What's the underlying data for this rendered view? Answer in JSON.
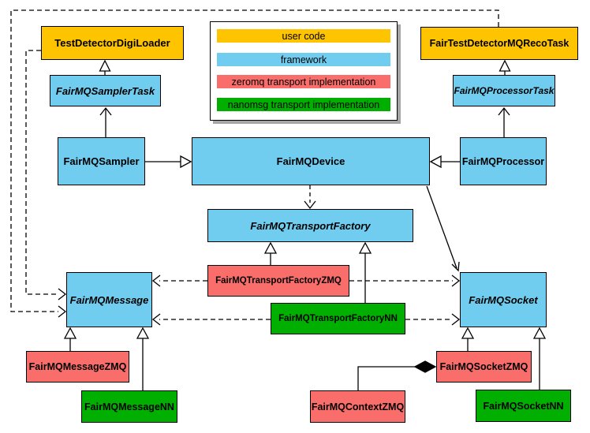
{
  "colors": {
    "user_code": "#FFC400",
    "framework": "#71CDF0",
    "zeromq": "#F96E6A",
    "nanomsg": "#00AF00",
    "line": "#000000",
    "legend_bg": "#FFFFFF",
    "shadow": "#A6A6A6"
  },
  "legend": {
    "items": [
      {
        "label": "user code",
        "layer": "user_code"
      },
      {
        "label": "framework",
        "layer": "framework"
      },
      {
        "label": "zeromq transport implementation",
        "layer": "zeromq"
      },
      {
        "label": "nanomsg transport implementation",
        "layer": "nanomsg"
      }
    ]
  },
  "nodes": [
    {
      "label": "TestDetectorDigiLoader",
      "layer": "user_code",
      "abstract": false
    },
    {
      "label": "FairTestDetectorMQRecoTask",
      "layer": "user_code",
      "abstract": false
    },
    {
      "label": "FairMQSamplerTask",
      "layer": "framework",
      "abstract": true
    },
    {
      "label": "FairMQProcessorTask",
      "layer": "framework",
      "abstract": true
    },
    {
      "label": "FairMQSampler",
      "layer": "framework",
      "abstract": false
    },
    {
      "label": "FairMQDevice",
      "layer": "framework",
      "abstract": false
    },
    {
      "label": "FairMQProcessor",
      "layer": "framework",
      "abstract": false
    },
    {
      "label": "FairMQTransportFactory",
      "layer": "framework",
      "abstract": true
    },
    {
      "label": "FairMQMessage",
      "layer": "framework",
      "abstract": true
    },
    {
      "label": "FairMQSocket",
      "layer": "framework",
      "abstract": true
    },
    {
      "label": "FairMQTransportFactoryZMQ",
      "layer": "zeromq",
      "abstract": false
    },
    {
      "label": "FairMQTransportFactoryNN",
      "layer": "nanomsg",
      "abstract": false
    },
    {
      "label": "FairMQMessageZMQ",
      "layer": "zeromq",
      "abstract": false
    },
    {
      "label": "FairMQMessageNN",
      "layer": "nanomsg",
      "abstract": false
    },
    {
      "label": "FairMQContextZMQ",
      "layer": "zeromq",
      "abstract": false
    },
    {
      "label": "FairMQSocketZMQ",
      "layer": "zeromq",
      "abstract": false
    },
    {
      "label": "FairMQSocketNN",
      "layer": "nanomsg",
      "abstract": false
    }
  ],
  "relationships": [
    {
      "from": "FairMQSamplerTask",
      "to": "TestDetectorDigiLoader",
      "type": "hollow-triangle"
    },
    {
      "from": "FairMQSampler",
      "to": "FairMQSamplerTask",
      "type": "open-arrow"
    },
    {
      "from": "FairMQProcessorTask",
      "to": "FairTestDetectorMQRecoTask",
      "type": "hollow-triangle"
    },
    {
      "from": "FairMQProcessor",
      "to": "FairMQProcessorTask",
      "type": "open-arrow"
    },
    {
      "from": "FairMQSampler",
      "to": "FairMQDevice",
      "type": "hollow-triangle"
    },
    {
      "from": "FairMQProcessor",
      "to": "FairMQDevice",
      "type": "hollow-triangle"
    },
    {
      "from": "FairMQDevice",
      "to": "FairMQTransportFactory",
      "type": "dashed-open-arrow"
    },
    {
      "from": "FairMQDevice",
      "to": "FairMQSocket",
      "type": "open-arrow"
    },
    {
      "from": "FairMQTransportFactoryZMQ",
      "to": "FairMQTransportFactory",
      "type": "hollow-triangle"
    },
    {
      "from": "FairMQTransportFactoryNN",
      "to": "FairMQTransportFactory",
      "type": "hollow-triangle"
    },
    {
      "from": "FairMQTransportFactoryZMQ",
      "to": "FairMQMessage",
      "type": "dashed-open-arrow"
    },
    {
      "from": "FairMQTransportFactoryZMQ",
      "to": "FairMQSocket",
      "type": "dashed-open-arrow"
    },
    {
      "from": "FairMQTransportFactoryNN",
      "to": "FairMQMessage",
      "type": "dashed-open-arrow"
    },
    {
      "from": "FairMQTransportFactoryNN",
      "to": "FairMQSocket",
      "type": "dashed-open-arrow"
    },
    {
      "from": "TestDetectorDigiLoader",
      "to": "FairMQMessage",
      "type": "dashed-open-arrow"
    },
    {
      "from": "FairTestDetectorMQRecoTask",
      "to": "FairMQMessage",
      "type": "dashed-open-arrow"
    },
    {
      "from": "FairMQMessageZMQ",
      "to": "FairMQMessage",
      "type": "hollow-triangle"
    },
    {
      "from": "FairMQMessageNN",
      "to": "FairMQMessage",
      "type": "hollow-triangle"
    },
    {
      "from": "FairMQSocketZMQ",
      "to": "FairMQSocket",
      "type": "hollow-triangle"
    },
    {
      "from": "FairMQSocketNN",
      "to": "FairMQSocket",
      "type": "hollow-triangle"
    },
    {
      "from": "FairMQContextZMQ",
      "to": "FairMQSocketZMQ",
      "type": "filled-diamond-composition"
    }
  ]
}
